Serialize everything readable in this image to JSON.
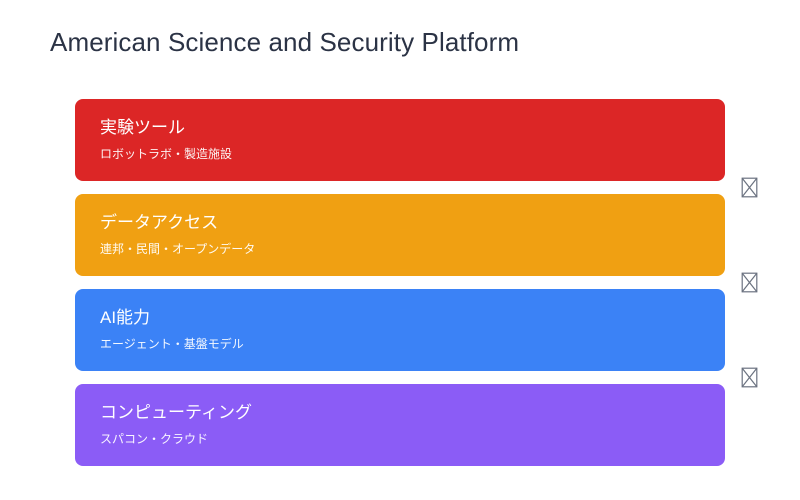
{
  "page": {
    "title": "American Science and Security Platform",
    "background_color": "#ffffff",
    "title_color": "#2b3345"
  },
  "stack": {
    "bars": [
      {
        "title": "実験ツール",
        "subtitle": "ロボットラボ・製造施設",
        "color": "#dc2626",
        "name": "experiment-tools"
      },
      {
        "title": "データアクセス",
        "subtitle": "連邦・民間・オープンデータ",
        "color": "#f0a012",
        "name": "data-access"
      },
      {
        "title": "AI能力",
        "subtitle": "エージェント・基盤モデル",
        "color": "#3b82f6",
        "name": "ai-capability"
      },
      {
        "title": "コンピューティング",
        "subtitle": "スパコン・クラウド",
        "color": "#8b5cf6",
        "name": "computing"
      }
    ]
  },
  "connectors": {
    "glyph_name": "missing-glyph-tofu-icon",
    "color": "#6b7280",
    "items": [
      {
        "label": ""
      },
      {
        "label": ""
      },
      {
        "label": ""
      }
    ]
  }
}
